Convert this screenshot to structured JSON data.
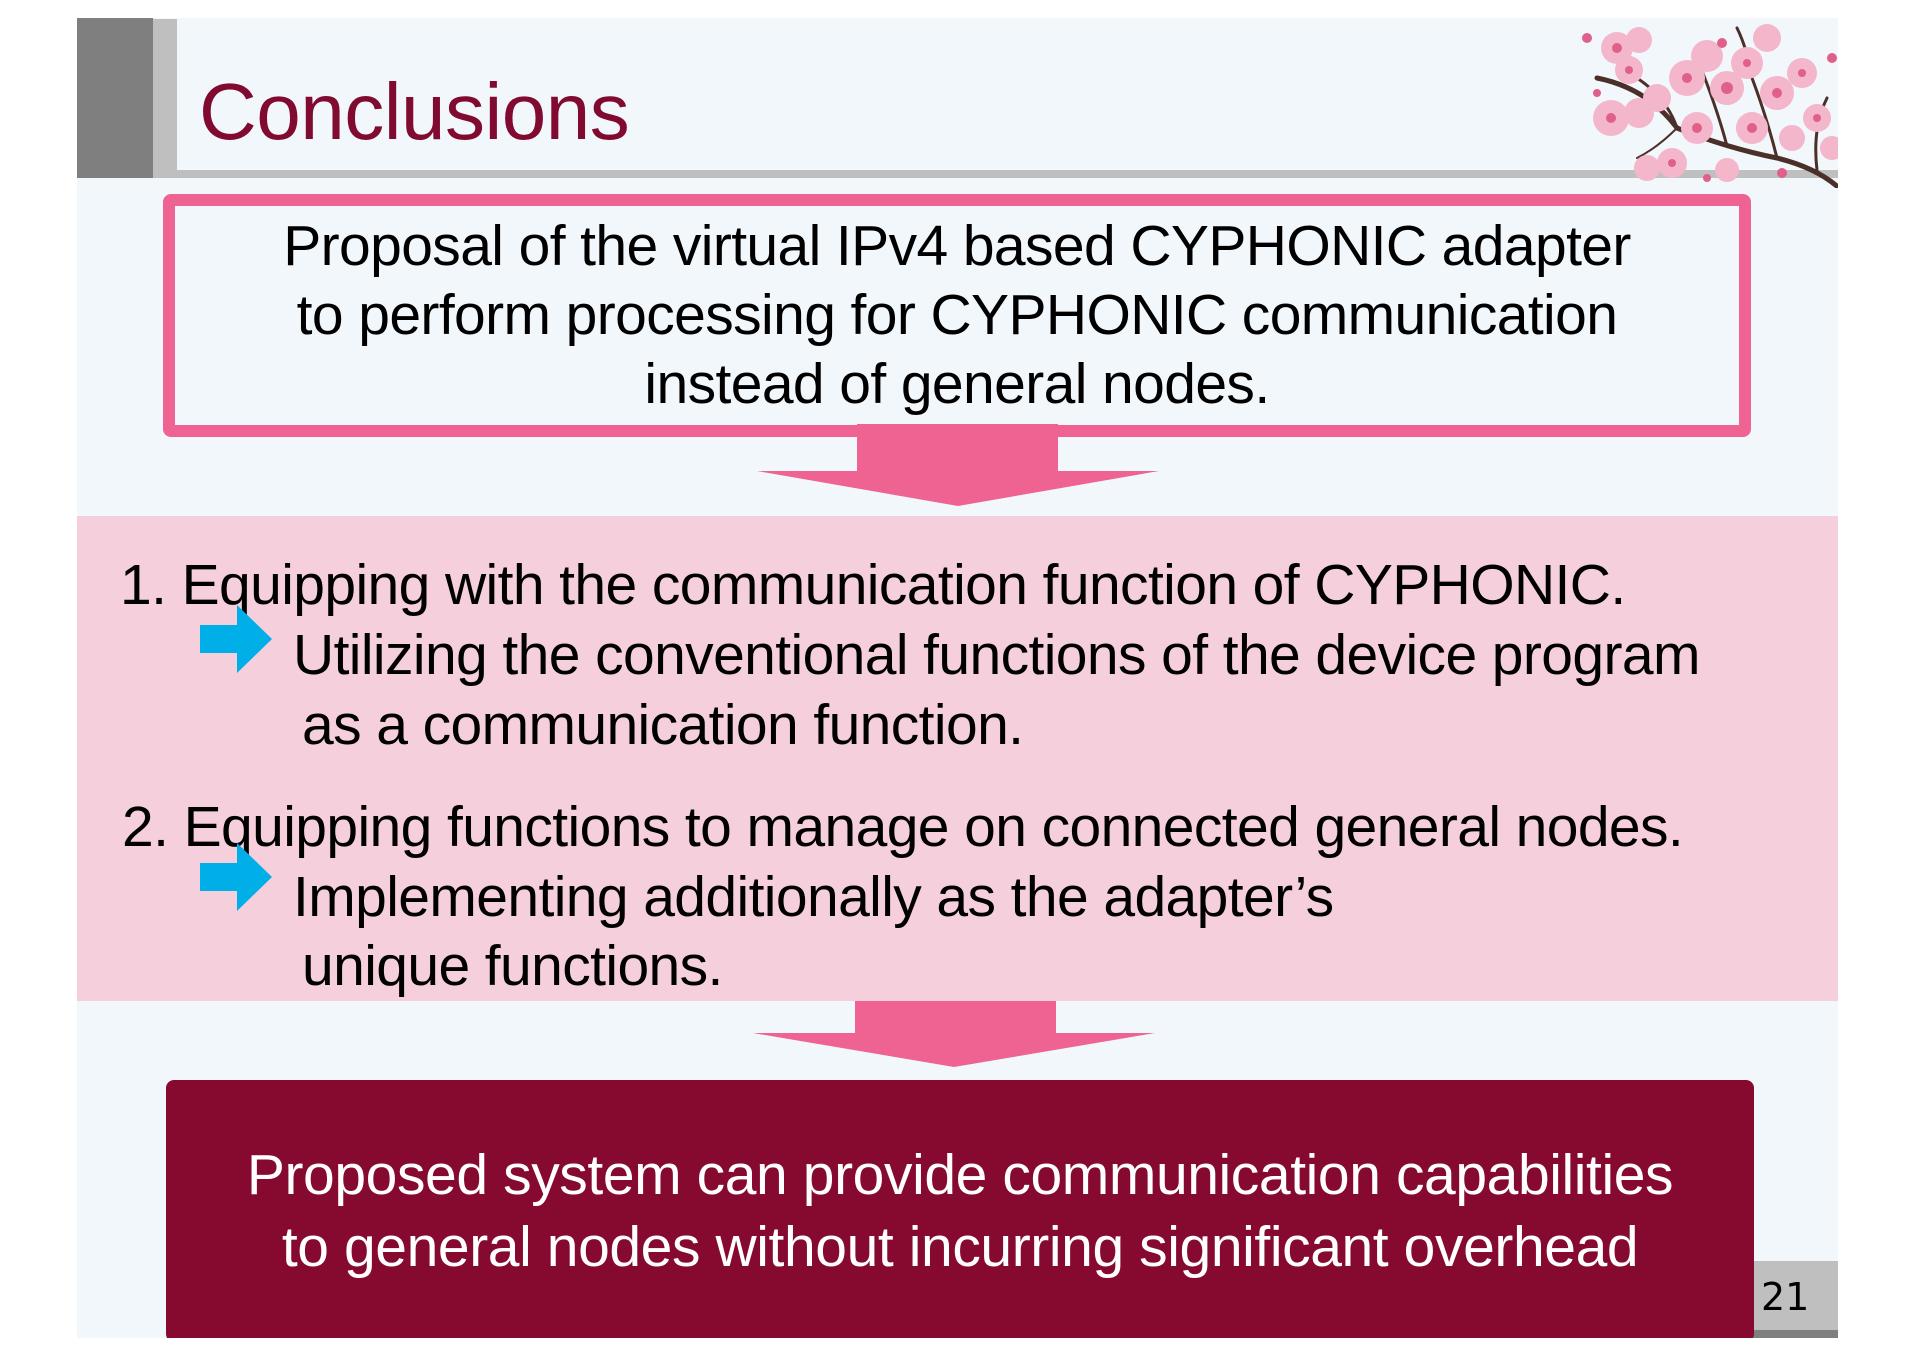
{
  "slide": {
    "title": "Conclusions",
    "page_number": "21",
    "colors": {
      "title": "#800a30",
      "accent_pink": "#ee6392",
      "band_pink": "#f5cfdc",
      "result_maroon": "#860a2f",
      "bullet_arrow_cyan": "#00aee8",
      "header_gray_dark": "#7f7f7f",
      "header_gray_light": "#bfbfbf",
      "background": "#f2f7fb"
    },
    "decoration": "cherry-blossom-branch"
  },
  "proposal": {
    "lines": [
      "Proposal of the virtual IPv4 based CYPHONIC adapter",
      "to perform processing for CYPHONIC communication",
      "instead of general nodes."
    ]
  },
  "items": [
    {
      "heading": "1. Equipping with the communication function of CYPHONIC.",
      "result_lines": [
        "Utilizing the conventional functions of the device program",
        "as a communication function."
      ],
      "icon": "right-arrow-icon"
    },
    {
      "heading": "2. Equipping functions to manage on connected general nodes.",
      "result_lines": [
        "Implementing additionally as the adapter’s",
        "unique functions."
      ],
      "icon": "right-arrow-icon"
    }
  ],
  "result": {
    "lines": [
      "Proposed system can provide communication capabilities",
      "to general nodes without incurring significant overhead"
    ]
  }
}
